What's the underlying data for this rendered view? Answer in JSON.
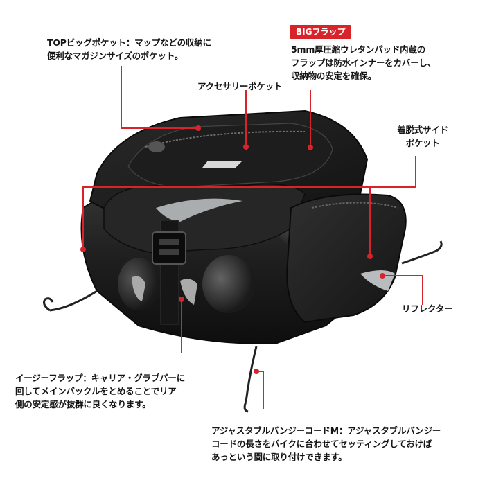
{
  "labels": {
    "top_pocket": "TOPビッグポケット：マップなどの収納に\n便利なマガジンサイズのポケット。",
    "accessory_pocket": "アクセサリーポケット",
    "big_flap_badge": "BIGフラップ",
    "big_flap_desc": "5mm厚圧縮ウレタンパッド内蔵の\nフラップは防水インナーをカバーし、\n収納物の安定を確保。",
    "side_pocket": "着脱式サイド\nポケット",
    "reflector": "リフレクター",
    "easy_flap": "イージーフラップ：キャリア・グラブバーに\n回してメインバックルをとめることでリア\n側の安定感が抜群に良くなります。",
    "bungee": "アジャスタブルバンジーコードM：アジャスタブルバンジー\nコードの長さをバイクに合わせてセッティングしておけば\nあっという間に取り付けできます。"
  },
  "colors": {
    "accent": "#d9232a",
    "bag_dark": "#1b1b1b",
    "bag_mid": "#2e2e2e",
    "reflector": "#b9bcbe"
  }
}
